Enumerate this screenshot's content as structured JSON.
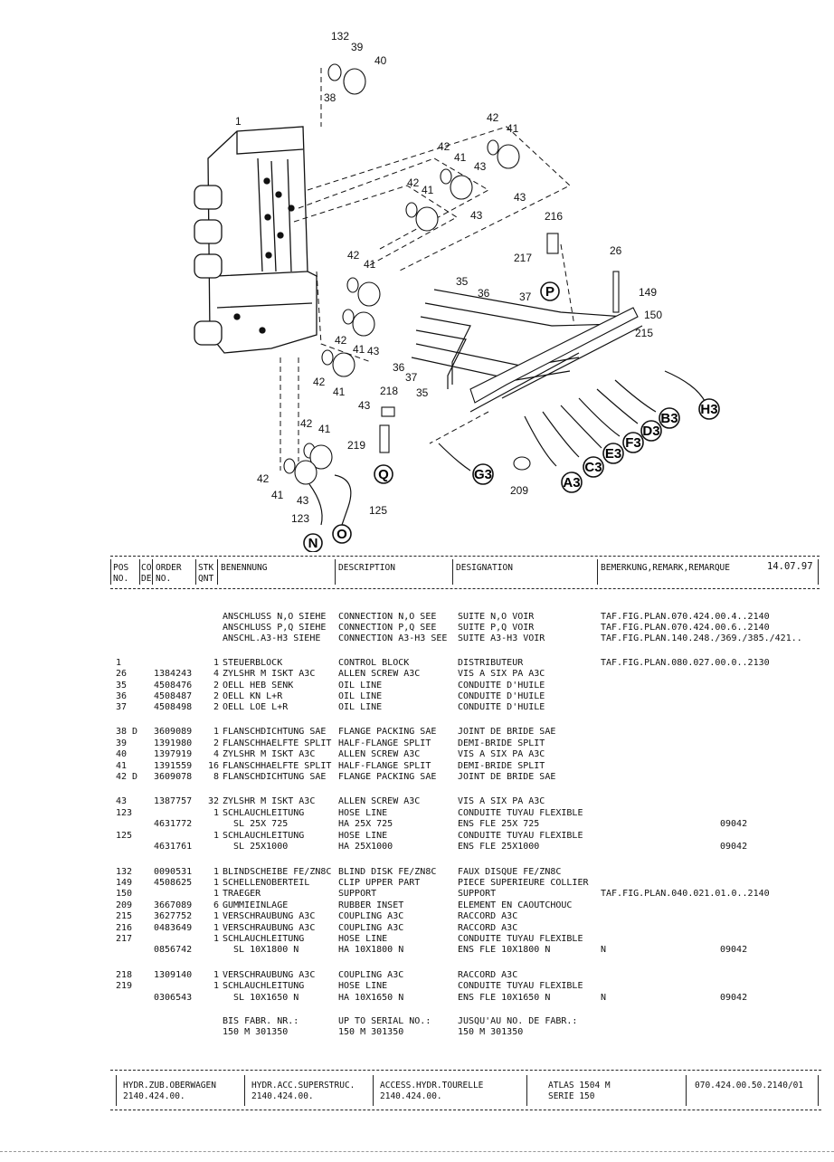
{
  "callouts": [
    "132",
    "39",
    "40",
    "38",
    "1",
    "42",
    "41",
    "42",
    "41",
    "43",
    "43",
    "42",
    "41",
    "43",
    "216",
    "217",
    "26",
    "42",
    "41",
    "35",
    "36",
    "37",
    "149",
    "150",
    "215",
    "42",
    "41",
    "43",
    "36",
    "37",
    "42",
    "41",
    "35",
    "218",
    "43",
    "42",
    "41",
    "219",
    "42",
    "41",
    "43",
    "123",
    "125",
    "209"
  ],
  "circle_labels": [
    "P",
    "Q",
    "N",
    "O",
    "G3",
    "A3",
    "C3",
    "E3",
    "F3",
    "D3",
    "B3",
    "H3"
  ],
  "header": {
    "pos_no": "POS\nNO.",
    "code": "CO\nDE",
    "order_no": "ORDER\nNO.",
    "qty": "STK\nQNT",
    "benennung": "BENENNUNG",
    "description": "DESCRIPTION",
    "designation": "DESIGNATION",
    "remark": "BEMERKUNG,REMARK,REMARQUE",
    "date": "14.07.97"
  },
  "rows": [
    {
      "pos": "",
      "ord": "",
      "qty": "",
      "ben": "ANSCHLUSS N,O SIEHE",
      "des": "CONNECTION N,O SEE",
      "dsg": "SUITE N,O VOIR",
      "rem": "TAF.FIG.PLAN.070.424.00.4..2140",
      "num": ""
    },
    {
      "pos": "",
      "ord": "",
      "qty": "",
      "ben": "ANSCHLUSS P,Q SIEHE",
      "des": "CONNECTION P,Q SEE",
      "dsg": "SUITE P,Q VOIR",
      "rem": "TAF.FIG.PLAN.070.424.00.6..2140",
      "num": ""
    },
    {
      "pos": "",
      "ord": "",
      "qty": "",
      "ben": "ANSCHL.A3-H3 SIEHE",
      "des": "CONNECTION A3-H3 SEE",
      "dsg": "SUITE A3-H3 VOIR",
      "rem": "TAF.FIG.PLAN.140.248./369./385./421..",
      "num": ""
    },
    {
      "pos": "1",
      "ord": "",
      "qty": "1",
      "ben": "STEUERBLOCK",
      "des": "CONTROL BLOCK",
      "dsg": "DISTRIBUTEUR",
      "rem": "TAF.FIG.PLAN.080.027.00.0..2130",
      "num": ""
    },
    {
      "pos": "26",
      "ord": "1384243",
      "qty": "4",
      "ben": "ZYLSHR M ISKT A3C",
      "des": "ALLEN SCREW A3C",
      "dsg": "VIS A SIX PA A3C",
      "rem": "",
      "num": ""
    },
    {
      "pos": "35",
      "ord": "4508476",
      "qty": "2",
      "ben": "OELL HEB SENK",
      "des": "OIL LINE",
      "dsg": "CONDUITE D'HUILE",
      "rem": "",
      "num": ""
    },
    {
      "pos": "36",
      "ord": "4508487",
      "qty": "2",
      "ben": "OELL KN L+R",
      "des": "OIL LINE",
      "dsg": "CONDUITE D'HUILE",
      "rem": "",
      "num": ""
    },
    {
      "pos": "37",
      "ord": "4508498",
      "qty": "2",
      "ben": "OELL LOE L+R",
      "des": "OIL LINE",
      "dsg": "CONDUITE D'HUILE",
      "rem": "",
      "num": ""
    },
    {
      "pos": "38 D",
      "ord": "3609089",
      "qty": "1",
      "ben": "FLANSCHDICHTUNG SAE",
      "des": "FLANGE PACKING SAE",
      "dsg": "JOINT DE BRIDE SAE",
      "rem": "",
      "num": ""
    },
    {
      "pos": "39",
      "ord": "1391980",
      "qty": "2",
      "ben": "FLANSCHHAELFTE SPLIT",
      "des": "HALF-FLANGE SPLIT",
      "dsg": "DEMI-BRIDE SPLIT",
      "rem": "",
      "num": ""
    },
    {
      "pos": "40",
      "ord": "1397919",
      "qty": "4",
      "ben": "ZYLSHR M ISKT A3C",
      "des": "ALLEN SCREW A3C",
      "dsg": "VIS A SIX PA A3C",
      "rem": "",
      "num": ""
    },
    {
      "pos": "41",
      "ord": "1391559",
      "qty": "16",
      "ben": "FLANSCHHAELFTE SPLIT",
      "des": "HALF-FLANGE SPLIT",
      "dsg": "DEMI-BRIDE SPLIT",
      "rem": "",
      "num": ""
    },
    {
      "pos": "42 D",
      "ord": "3609078",
      "qty": "8",
      "ben": "FLANSCHDICHTUNG SAE",
      "des": "FLANGE PACKING SAE",
      "dsg": "JOINT DE BRIDE SAE",
      "rem": "",
      "num": ""
    },
    {
      "pos": "43",
      "ord": "1387757",
      "qty": "32",
      "ben": "ZYLSHR M ISKT A3C",
      "des": "ALLEN SCREW A3C",
      "dsg": "VIS A SIX PA A3C",
      "rem": "",
      "num": ""
    },
    {
      "pos": "123",
      "ord": "",
      "qty": "1",
      "ben": "SCHLAUCHLEITUNG",
      "des": "HOSE LINE",
      "dsg": "CONDUITE TUYAU FLEXIBLE",
      "rem": "",
      "num": ""
    },
    {
      "pos": "",
      "ord": "4631772",
      "qty": "",
      "ben": "  SL 25X 725",
      "des": "HA 25X 725",
      "dsg": "ENS FLE 25X 725",
      "rem": "",
      "num": "09042"
    },
    {
      "pos": "125",
      "ord": "",
      "qty": "1",
      "ben": "SCHLAUCHLEITUNG",
      "des": "HOSE LINE",
      "dsg": "CONDUITE TUYAU FLEXIBLE",
      "rem": "",
      "num": ""
    },
    {
      "pos": "",
      "ord": "4631761",
      "qty": "",
      "ben": "  SL 25X1000",
      "des": "HA 25X1000",
      "dsg": "ENS FLE 25X1000",
      "rem": "",
      "num": "09042"
    },
    {
      "pos": "132",
      "ord": "0090531",
      "qty": "1",
      "ben": "BLINDSCHEIBE FE/ZN8C",
      "des": "BLIND DISK FE/ZN8C",
      "dsg": "FAUX DISQUE FE/ZN8C",
      "rem": "",
      "num": ""
    },
    {
      "pos": "149",
      "ord": "4508625",
      "qty": "1",
      "ben": "SCHELLENOBERTEIL",
      "des": "CLIP UPPER PART",
      "dsg": "PIECE SUPERIEURE COLLIER",
      "rem": "",
      "num": ""
    },
    {
      "pos": "150",
      "ord": "",
      "qty": "1",
      "ben": "TRAEGER",
      "des": "SUPPORT",
      "dsg": "SUPPORT",
      "rem": "TAF.FIG.PLAN.040.021.01.0..2140",
      "num": ""
    },
    {
      "pos": "209",
      "ord": "3667089",
      "qty": "6",
      "ben": "GUMMIEINLAGE",
      "des": "RUBBER INSET",
      "dsg": "ELEMENT EN CAOUTCHOUC",
      "rem": "",
      "num": ""
    },
    {
      "pos": "215",
      "ord": "3627752",
      "qty": "1",
      "ben": "VERSCHRAUBUNG A3C",
      "des": "COUPLING A3C",
      "dsg": "RACCORD A3C",
      "rem": "",
      "num": ""
    },
    {
      "pos": "216",
      "ord": "0483649",
      "qty": "1",
      "ben": "VERSCHRAUBUNG A3C",
      "des": "COUPLING A3C",
      "dsg": "RACCORD A3C",
      "rem": "",
      "num": ""
    },
    {
      "pos": "217",
      "ord": "",
      "qty": "1",
      "ben": "SCHLAUCHLEITUNG",
      "des": "HOSE LINE",
      "dsg": "CONDUITE TUYAU FLEXIBLE",
      "rem": "",
      "num": ""
    },
    {
      "pos": "",
      "ord": "0856742",
      "qty": "",
      "ben": "  SL 10X1800 N",
      "des": "HA 10X1800 N",
      "dsg": "ENS FLE 10X1800 N",
      "rem": "N",
      "num": "09042"
    },
    {
      "pos": "218",
      "ord": "1309140",
      "qty": "1",
      "ben": "VERSCHRAUBUNG A3C",
      "des": "COUPLING A3C",
      "dsg": "RACCORD A3C",
      "rem": "",
      "num": ""
    },
    {
      "pos": "219",
      "ord": "",
      "qty": "1",
      "ben": "SCHLAUCHLEITUNG",
      "des": "HOSE LINE",
      "dsg": "CONDUITE TUYAU FLEXIBLE",
      "rem": "",
      "num": ""
    },
    {
      "pos": "",
      "ord": "0306543",
      "qty": "",
      "ben": "  SL 10X1650 N",
      "des": "HA 10X1650 N",
      "dsg": "ENS FLE 10X1650 N",
      "rem": "N",
      "num": "09042"
    },
    {
      "pos": "",
      "ord": "",
      "qty": "",
      "ben": "BIS FABR. NR.:",
      "des": "UP TO SERIAL NO.:",
      "dsg": "JUSQU'AU NO. DE FABR.:",
      "rem": "",
      "num": ""
    },
    {
      "pos": "",
      "ord": "",
      "qty": "",
      "ben": "150 M 301350",
      "des": "150 M 301350",
      "dsg": "150 M 301350",
      "rem": "",
      "num": ""
    }
  ],
  "footer": {
    "de": "HYDR.ZUB.OBERWAGEN",
    "de_no": "2140.424.00.",
    "en": "HYDR.ACC.SUPERSTRUC.",
    "en_no": "2140.424.00.",
    "fr": "ACCESS.HYDR.TOURELLE",
    "fr_no": "2140.424.00.",
    "model": "ATLAS 1504 M",
    "serie": "SERIE 150",
    "doc_no": "070.424.00.50.2140/01"
  }
}
